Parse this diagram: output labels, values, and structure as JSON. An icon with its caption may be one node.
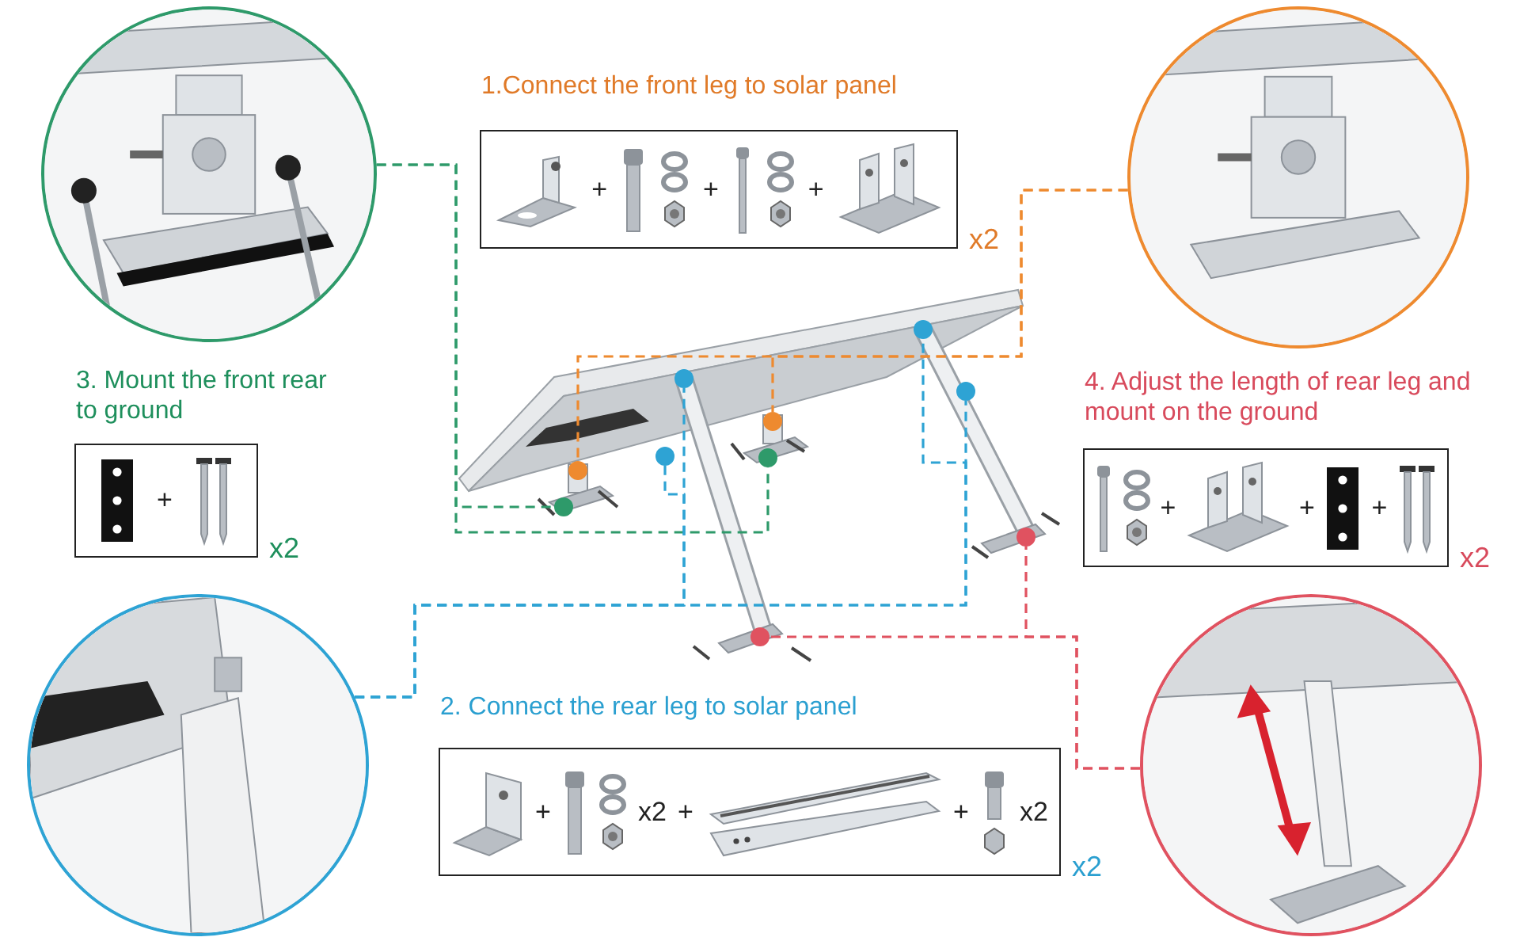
{
  "diagram": {
    "nodes": [
      {
        "text": [],
        "shape": "picture"
      },
      {
        "text": [
          "1.Connect the front leg to solar panel",
          "+",
          "+",
          "+"
        ],
        "beside": [
          "x2"
        ]
      },
      {
        "text": [],
        "shape": "picture"
      },
      {
        "text": [
          "3. Mount the front rear to ground",
          "+"
        ],
        "beside": [
          "x2"
        ]
      },
      {
        "text": [],
        "shape": "picture"
      },
      {
        "text": [],
        "shape": "circle"
      },
      {
        "text": [],
        "shape": "circle"
      },
      {
        "text": [],
        "shape": "circle"
      },
      {
        "text": [],
        "shape": "circle"
      },
      {
        "text": [],
        "shape": "circle"
      },
      {
        "text": [],
        "shape": "circle"
      },
      {
        "text": [],
        "shape": "circle"
      },
      {
        "text": [],
        "shape": "circle"
      },
      {
        "text": [],
        "shape": "circle"
      },
      {
        "text": [],
        "shape": "circle"
      },
      {
        "text": [
          "4. Adjust the length of rear leg and mount on the ground",
          "+",
          "+",
          "+"
        ],
        "beside": [
          "x2"
        ]
      },
      {
        "text": [],
        "shape": "picture"
      },
      {
        "text": [
          "2. Connect the rear leg to solar panel",
          "+",
          "x2",
          "+",
          "+",
          "x2"
        ],
        "beside": [
          "x2"
        ]
      },
      {
        "text": [],
        "shape": "picture"
      }
    ],
    "edges": [
      {
        "from": 0,
        "to": 7,
        "arrow": "none",
        "style": "dashed",
        "color": "#2e9a6a"
      },
      {
        "from": 0,
        "to": 8,
        "arrow": "none",
        "style": "dashed",
        "color": "#2e9a6a"
      },
      {
        "from": 2,
        "to": 5,
        "arrow": "none",
        "style": "dashed",
        "color": "#ee8a2f"
      },
      {
        "from": 2,
        "to": 6,
        "arrow": "none",
        "style": "dashed",
        "color": "#ee8a2f"
      },
      {
        "from": 16,
        "to": 9,
        "arrow": "none",
        "style": "dashed",
        "color": "#2ea3d4"
      },
      {
        "from": 16,
        "to": 10,
        "arrow": "none",
        "style": "dashed",
        "color": "#2ea3d4"
      },
      {
        "from": 16,
        "to": 11,
        "arrow": "none",
        "style": "dashed",
        "color": "#2ea3d4"
      },
      {
        "from": 16,
        "to": 12,
        "arrow": "none",
        "style": "dashed",
        "color": "#2ea3d4"
      },
      {
        "from": 18,
        "to": 13,
        "arrow": "none",
        "style": "dashed",
        "color": "#e05260"
      },
      {
        "from": 18,
        "to": 14,
        "arrow": "none",
        "style": "dashed",
        "color": "#e05260"
      }
    ]
  }
}
